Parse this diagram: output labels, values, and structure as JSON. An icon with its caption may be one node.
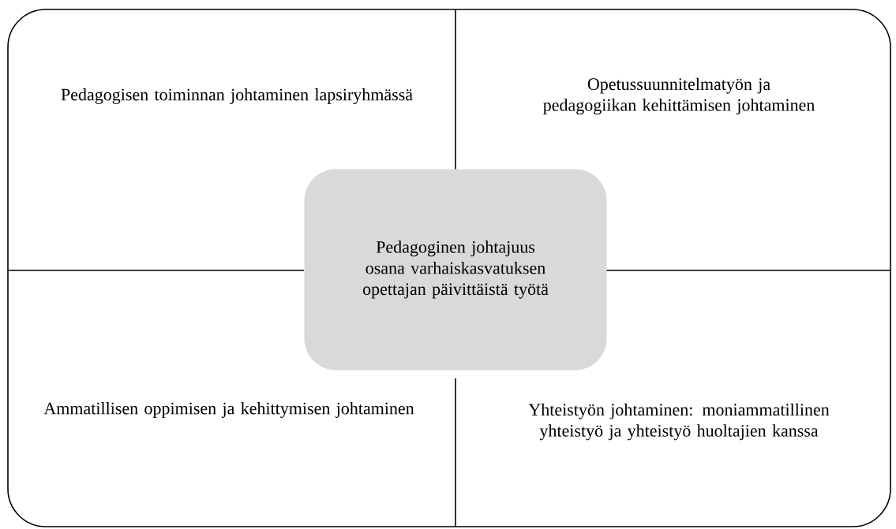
{
  "diagram": {
    "nodes": [
      {
        "text": [
          "Pedagogisen toiminnan johtaminen lapsiryhmässä"
        ]
      },
      {
        "text": [
          "Opetussuunnitelmatyön ja pedagogiikan kehittämisen johtaminen"
        ]
      },
      {
        "text": [
          "Pedagoginen johtajuus osana varhaiskasvatuksen opettajan päivittäistä työtä"
        ]
      },
      {
        "text": [
          "Ammatillisen oppimisen ja kehittymisen johtaminen"
        ]
      },
      {
        "text": [
          "Yhteistyön johtaminen: moniammatillinen yhteistyö ja yhteistyö huoltajien kanssa"
        ]
      }
    ]
  }
}
